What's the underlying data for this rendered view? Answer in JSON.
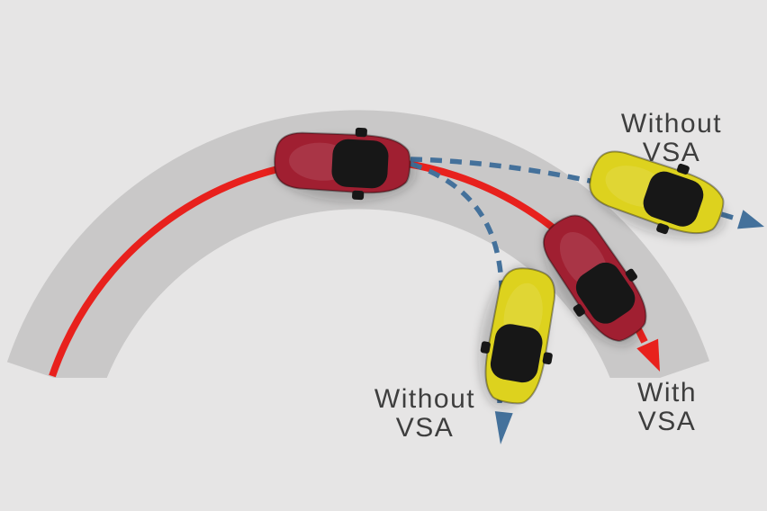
{
  "diagram": {
    "labels": {
      "without_vsa_top": {
        "line1": "Without",
        "line2": "VSA"
      },
      "without_vsa_bottom": {
        "line1": "Without",
        "line2": "VSA"
      },
      "with_vsa": {
        "line1": "With",
        "line2": "VSA"
      }
    },
    "paths": {
      "with_vsa": {
        "style": "solid",
        "color": "#e8211d",
        "arrow": "down-along-curve"
      },
      "without_vsa": {
        "style": "dashed",
        "color": "#44719b",
        "arrows": [
          "right-off-curve",
          "down-off-curve"
        ]
      }
    },
    "cars": [
      {
        "id": "red-car-at-apex",
        "color": "#a01f31"
      },
      {
        "id": "yellow-car-skidding-top-right",
        "color": "#ddd21e"
      },
      {
        "id": "red-car-holding-curve",
        "color": "#a01f31"
      },
      {
        "id": "yellow-car-skidding-bottom",
        "color": "#ddd21e"
      }
    ],
    "colors": {
      "background": "#e6e5e5",
      "road": "#c9c8c8",
      "path_with_vsa": "#e8211d",
      "path_without_vsa": "#44719b",
      "car_red": "#a01f31",
      "car_yellow": "#ddd21e",
      "glass": "#171717",
      "text": "#3e3e3e"
    }
  }
}
